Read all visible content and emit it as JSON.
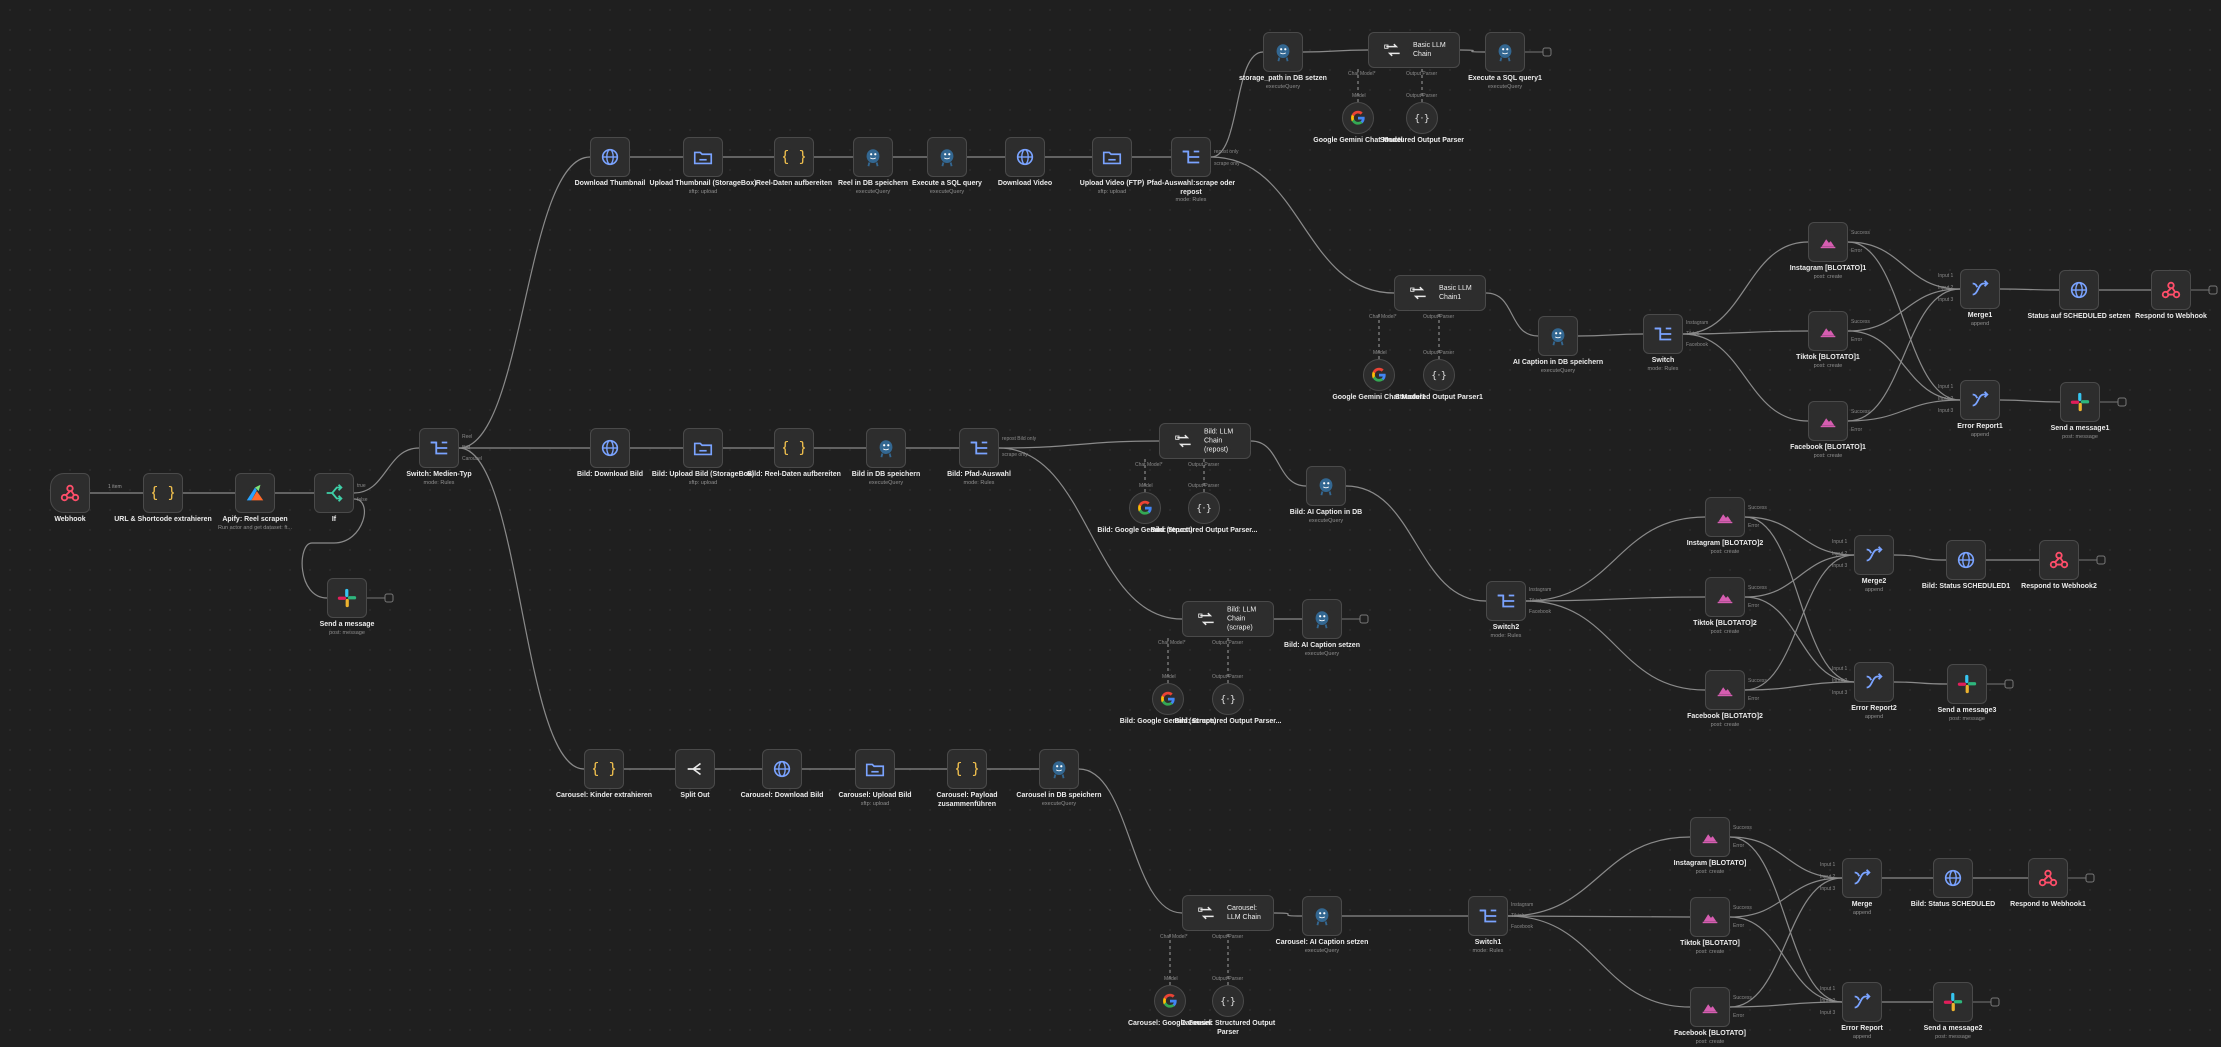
{
  "edge_labels": {
    "webhook_items": "1 item"
  },
  "nodes": [
    {
      "id": "webhook",
      "title": "Webhook",
      "subtitle": "",
      "icon": "webhook-icon"
    },
    {
      "id": "url",
      "title": "URL & Shortcode extrahieren",
      "subtitle": "",
      "icon": "code-braces-icon"
    },
    {
      "id": "apify",
      "title": "Apify: Reel scrapen",
      "subtitle": "Run actor and get dataset: ft...",
      "icon": "apify-icon"
    },
    {
      "id": "if",
      "title": "If",
      "subtitle": "",
      "icon": "if-branch-icon"
    },
    {
      "id": "sendmsg",
      "title": "Send a message",
      "subtitle": "post: message",
      "icon": "slack-icon"
    },
    {
      "id": "switchmedia",
      "title": "Switch: Medien-Typ",
      "subtitle": "mode: Rules",
      "icon": "switch-icon"
    },
    {
      "id": "dlthumb",
      "title": "Download Thumbnail",
      "subtitle": "",
      "icon": "globe-icon"
    },
    {
      "id": "upthumb",
      "title": "Upload Thumbnail (StorageBox)",
      "subtitle": "sftp: upload",
      "icon": "folder-upload-icon"
    },
    {
      "id": "reeldata",
      "title": "Reel-Daten aufbereiten",
      "subtitle": "",
      "icon": "code-braces-icon"
    },
    {
      "id": "reeldb",
      "title": "Reel in DB speichern",
      "subtitle": "executeQuery",
      "icon": "postgres-icon"
    },
    {
      "id": "execsql",
      "title": "Execute a SQL query",
      "subtitle": "executeQuery",
      "icon": "postgres-icon"
    },
    {
      "id": "dlvideo",
      "title": "Download Video",
      "subtitle": "",
      "icon": "globe-icon"
    },
    {
      "id": "upvideo",
      "title": "Upload Video (FTP)",
      "subtitle": "sftp: upload",
      "icon": "folder-upload-icon"
    },
    {
      "id": "pfadscrape",
      "title": "Pfad-Auswahl:scrape oder repost",
      "subtitle": "mode: Rules",
      "icon": "switch-icon"
    },
    {
      "id": "storagepath",
      "title": "storage_path in DB setzen",
      "subtitle": "executeQuery",
      "icon": "postgres-icon"
    },
    {
      "id": "basicllm",
      "title": "Basic LLM Chain",
      "subtitle": "",
      "icon": "llm-chain-icon"
    },
    {
      "id": "execsql1",
      "title": "Execute a SQL query1",
      "subtitle": "executeQuery",
      "icon": "postgres-icon"
    },
    {
      "id": "gemini",
      "title": "Google Gemini Chat Model",
      "subtitle": "",
      "icon": "google-icon"
    },
    {
      "id": "parser",
      "title": "Structured Output Parser",
      "subtitle": "",
      "icon": "parser-icon"
    },
    {
      "id": "basicllm1",
      "title": "Basic LLM Chain1",
      "subtitle": "",
      "icon": "llm-chain-icon"
    },
    {
      "id": "gemini1",
      "title": "Google Gemini Chat Model1",
      "subtitle": "",
      "icon": "google-icon"
    },
    {
      "id": "parser1",
      "title": "Structured Output Parser1",
      "subtitle": "",
      "icon": "parser-icon"
    },
    {
      "id": "aicapdb",
      "title": "AI Caption in DB speichern",
      "subtitle": "executeQuery",
      "icon": "postgres-icon"
    },
    {
      "id": "switch",
      "title": "Switch",
      "subtitle": "mode: Rules",
      "icon": "switch-icon"
    },
    {
      "id": "insta1",
      "title": "Instagram [BLOTATO]1",
      "subtitle": "post: create",
      "icon": "blotato-icon"
    },
    {
      "id": "tiktok1",
      "title": "Tiktok [BLOTATO]1",
      "subtitle": "post: create",
      "icon": "blotato-icon"
    },
    {
      "id": "fb1",
      "title": "Facebook [BLOTATO]1",
      "subtitle": "post: create",
      "icon": "blotato-icon"
    },
    {
      "id": "merge1",
      "title": "Merge1",
      "subtitle": "append",
      "icon": "merge-icon"
    },
    {
      "id": "errreport1",
      "title": "Error Report1",
      "subtitle": "append",
      "icon": "merge-icon"
    },
    {
      "id": "status1",
      "title": "Status auf SCHEDULED setzen",
      "subtitle": "",
      "icon": "globe-icon"
    },
    {
      "id": "respond",
      "title": "Respond to Webhook",
      "subtitle": "",
      "icon": "webhook-icon"
    },
    {
      "id": "sendmsg1",
      "title": "Send a message1",
      "subtitle": "post: message",
      "icon": "slack-icon"
    },
    {
      "id": "bilddl",
      "title": "Bild: Download Bild",
      "subtitle": "",
      "icon": "globe-icon"
    },
    {
      "id": "bildup",
      "title": "Bild: Upload Bild (StorageBox)",
      "subtitle": "sftp: upload",
      "icon": "folder-upload-icon"
    },
    {
      "id": "bildreel",
      "title": "Bild: Reel-Daten aufbereiten",
      "subtitle": "",
      "icon": "code-braces-icon"
    },
    {
      "id": "bilddb",
      "title": "Bild in DB speichern",
      "subtitle": "executeQuery",
      "icon": "postgres-icon"
    },
    {
      "id": "bildpfad",
      "title": "Bild: Pfad-Auswahl",
      "subtitle": "mode: Rules",
      "icon": "switch-icon"
    },
    {
      "id": "bildllmrepost",
      "title": "Bild: LLM Chain (repost)",
      "subtitle": "",
      "icon": "llm-chain-icon"
    },
    {
      "id": "bildgeminirepost",
      "title": "Bild: Google Gemini (repost)",
      "subtitle": "",
      "icon": "google-icon"
    },
    {
      "id": "bildparserrepost",
      "title": "Bild: Structured Output Parser...",
      "subtitle": "",
      "icon": "parser-icon"
    },
    {
      "id": "bildaicapdb",
      "title": "Bild: AI Caption in DB",
      "subtitle": "executeQuery",
      "icon": "postgres-icon"
    },
    {
      "id": "bildllmscrape",
      "title": "Bild: LLM Chain (scrape)",
      "subtitle": "",
      "icon": "llm-chain-icon"
    },
    {
      "id": "bildgeminiscrape",
      "title": "Bild: Google Gemini (scrape)",
      "subtitle": "",
      "icon": "google-icon"
    },
    {
      "id": "bildparserscrape",
      "title": "Bild: Structured Output Parser...",
      "subtitle": "",
      "icon": "parser-icon"
    },
    {
      "id": "bildaicapset",
      "title": "Bild: AI Caption setzen",
      "subtitle": "executeQuery",
      "icon": "postgres-icon"
    },
    {
      "id": "switch2",
      "title": "Switch2",
      "subtitle": "mode: Rules",
      "icon": "switch-icon"
    },
    {
      "id": "insta2",
      "title": "Instagram [BLOTATO]2",
      "subtitle": "post: create",
      "icon": "blotato-icon"
    },
    {
      "id": "tiktok2",
      "title": "Tiktok [BLOTATO]2",
      "subtitle": "post: create",
      "icon": "blotato-icon"
    },
    {
      "id": "fb2",
      "title": "Facebook [BLOTATO]2",
      "subtitle": "post: create",
      "icon": "blotato-icon"
    },
    {
      "id": "merge2",
      "title": "Merge2",
      "subtitle": "append",
      "icon": "merge-icon"
    },
    {
      "id": "errreport2",
      "title": "Error Report2",
      "subtitle": "append",
      "icon": "merge-icon"
    },
    {
      "id": "bildstatus1",
      "title": "Bild: Status SCHEDULED1",
      "subtitle": "",
      "icon": "globe-icon"
    },
    {
      "id": "respond2",
      "title": "Respond to Webhook2",
      "subtitle": "",
      "icon": "webhook-icon"
    },
    {
      "id": "sendmsg3",
      "title": "Send a message3",
      "subtitle": "post: message",
      "icon": "slack-icon"
    },
    {
      "id": "carkinder",
      "title": "Carousel: Kinder extrahieren",
      "subtitle": "",
      "icon": "code-braces-icon"
    },
    {
      "id": "splitout",
      "title": "Split Out",
      "subtitle": "",
      "icon": "split-icon"
    },
    {
      "id": "cardl",
      "title": "Carousel: Download Bild",
      "subtitle": "",
      "icon": "globe-icon"
    },
    {
      "id": "carup",
      "title": "Carousel: Upload Bild",
      "subtitle": "sftp: upload",
      "icon": "folder-upload-icon"
    },
    {
      "id": "carpayload",
      "title": "Carousel: Payload zusammenführen",
      "subtitle": "",
      "icon": "code-braces-icon"
    },
    {
      "id": "cardb",
      "title": "Carousel in DB speichern",
      "subtitle": "executeQuery",
      "icon": "postgres-icon"
    },
    {
      "id": "carllm",
      "title": "Carousel: LLM Chain",
      "subtitle": "",
      "icon": "llm-chain-icon"
    },
    {
      "id": "cargemini",
      "title": "Carousel: Google Gemini",
      "subtitle": "",
      "icon": "google-icon"
    },
    {
      "id": "carparser",
      "title": "Carousel: Structured Output Parser",
      "subtitle": "",
      "icon": "parser-icon"
    },
    {
      "id": "caraicap",
      "title": "Carousel: AI Caption setzen",
      "subtitle": "executeQuery",
      "icon": "postgres-icon"
    },
    {
      "id": "switch1",
      "title": "Switch1",
      "subtitle": "mode: Rules",
      "icon": "switch-icon"
    },
    {
      "id": "insta0",
      "title": "Instagram [BLOTATO]",
      "subtitle": "post: create",
      "icon": "blotato-icon"
    },
    {
      "id": "tiktok0",
      "title": "Tiktok [BLOTATO]",
      "subtitle": "post: create",
      "icon": "blotato-icon"
    },
    {
      "id": "fb0",
      "title": "Facebook [BLOTATO]",
      "subtitle": "post: create",
      "icon": "blotato-icon"
    },
    {
      "id": "merge",
      "title": "Merge",
      "subtitle": "append",
      "icon": "merge-icon"
    },
    {
      "id": "errreport",
      "title": "Error Report",
      "subtitle": "append",
      "icon": "merge-icon"
    },
    {
      "id": "bildstatus",
      "title": "Bild: Status SCHEDULED",
      "subtitle": "",
      "icon": "globe-icon"
    },
    {
      "id": "respond1",
      "title": "Respond to Webhook1",
      "subtitle": "",
      "icon": "webhook-icon"
    },
    {
      "id": "sendmsg2",
      "title": "Send a message2",
      "subtitle": "post: message",
      "icon": "slack-icon"
    }
  ],
  "edges": [
    [
      "webhook",
      "url"
    ],
    [
      "url",
      "apify"
    ],
    [
      "apify",
      "if"
    ],
    [
      "if",
      "switchmedia"
    ],
    [
      "if",
      "sendmsg"
    ],
    [
      "switchmedia",
      "dlthumb"
    ],
    [
      "switchmedia",
      "bilddl"
    ],
    [
      "switchmedia",
      "carkinder"
    ],
    [
      "dlthumb",
      "upthumb"
    ],
    [
      "upthumb",
      "reeldata"
    ],
    [
      "reeldata",
      "reeldb"
    ],
    [
      "reeldb",
      "execsql"
    ],
    [
      "execsql",
      "dlvideo"
    ],
    [
      "dlvideo",
      "upvideo"
    ],
    [
      "upvideo",
      "pfadscrape"
    ],
    [
      "pfadscrape",
      "storagepath"
    ],
    [
      "pfadscrape",
      "basicllm1"
    ],
    [
      "storagepath",
      "basicllm"
    ],
    [
      "basicllm",
      "execsql1"
    ],
    [
      "basicllm1",
      "aicapdb"
    ],
    [
      "aicapdb",
      "switch"
    ],
    [
      "switch",
      "insta1"
    ],
    [
      "switch",
      "tiktok1"
    ],
    [
      "switch",
      "fb1"
    ],
    [
      "insta1",
      "merge1"
    ],
    [
      "tiktok1",
      "merge1"
    ],
    [
      "fb1",
      "merge1"
    ],
    [
      "insta1",
      "errreport1"
    ],
    [
      "tiktok1",
      "errreport1"
    ],
    [
      "fb1",
      "errreport1"
    ],
    [
      "merge1",
      "status1"
    ],
    [
      "status1",
      "respond"
    ],
    [
      "errreport1",
      "sendmsg1"
    ],
    [
      "bilddl",
      "bildup"
    ],
    [
      "bildup",
      "bildreel"
    ],
    [
      "bildreel",
      "bilddb"
    ],
    [
      "bilddb",
      "bildpfad"
    ],
    [
      "bildpfad",
      "bildllmrepost"
    ],
    [
      "bildpfad",
      "bildllmscrape"
    ],
    [
      "bildllmrepost",
      "bildaicapdb"
    ],
    [
      "bildllmscrape",
      "bildaicapset"
    ],
    [
      "bildaicapdb",
      "switch2"
    ],
    [
      "switch2",
      "insta2"
    ],
    [
      "switch2",
      "tiktok2"
    ],
    [
      "switch2",
      "fb2"
    ],
    [
      "insta2",
      "merge2"
    ],
    [
      "tiktok2",
      "merge2"
    ],
    [
      "fb2",
      "merge2"
    ],
    [
      "insta2",
      "errreport2"
    ],
    [
      "tiktok2",
      "errreport2"
    ],
    [
      "fb2",
      "errreport2"
    ],
    [
      "merge2",
      "bildstatus1"
    ],
    [
      "bildstatus1",
      "respond2"
    ],
    [
      "errreport2",
      "sendmsg3"
    ],
    [
      "carkinder",
      "splitout"
    ],
    [
      "splitout",
      "cardl"
    ],
    [
      "cardl",
      "carup"
    ],
    [
      "carup",
      "carpayload"
    ],
    [
      "carpayload",
      "cardb"
    ],
    [
      "cardb",
      "carllm"
    ],
    [
      "carllm",
      "caraicap"
    ],
    [
      "caraicap",
      "switch1"
    ],
    [
      "switch1",
      "insta0"
    ],
    [
      "switch1",
      "tiktok0"
    ],
    [
      "switch1",
      "fb0"
    ],
    [
      "insta0",
      "merge"
    ],
    [
      "tiktok0",
      "merge"
    ],
    [
      "fb0",
      "merge"
    ],
    [
      "insta0",
      "errreport"
    ],
    [
      "tiktok0",
      "errreport"
    ],
    [
      "fb0",
      "errreport"
    ],
    [
      "merge",
      "bildstatus"
    ],
    [
      "bildstatus",
      "respond1"
    ],
    [
      "errreport",
      "sendmsg2"
    ]
  ],
  "sub_edges": [
    [
      "gemini",
      "basicllm"
    ],
    [
      "parser",
      "basicllm"
    ],
    [
      "gemini1",
      "basicllm1"
    ],
    [
      "parser1",
      "basicllm1"
    ],
    [
      "bildgeminirepost",
      "bildllmrepost"
    ],
    [
      "bildparserrepost",
      "bildllmrepost"
    ],
    [
      "bildgeminiscrape",
      "bildllmscrape"
    ],
    [
      "bildparserscrape",
      "bildllmscrape"
    ],
    [
      "cargemini",
      "carllm"
    ],
    [
      "carparser",
      "carllm"
    ]
  ],
  "port_tags": {
    "chat_model": "Chat Model*",
    "model": "Model",
    "output_parser": "Output Parser",
    "switch_reel": "Reel",
    "switch_bild": "Bild",
    "switch_carousel": "Carousel",
    "pfad_repost": "repost only",
    "pfad_scrape": "scrape only",
    "bild_repost": "repost Bild only",
    "bild_scrape": "scrape only",
    "sw_instagram": "Instagram",
    "sw_tiktok": "Tiktok",
    "sw_facebook": "Facebook",
    "if_true": "true",
    "if_false": "false",
    "out_success": "Success",
    "out_error": "Error",
    "input1": "Input 1",
    "input2": "Input 2",
    "input3": "Input 3"
  },
  "colors": {
    "background": "#1f1f1f",
    "node_bg": "#2d2d2d",
    "node_border": "#4a4a4a",
    "edge": "#8a8a8a",
    "webhook_accent": "#ff4e6a",
    "globe_blue": "#7aa3ff",
    "braces_yellow": "#f2c14e",
    "trigger_orange": "#ff6d3a"
  }
}
